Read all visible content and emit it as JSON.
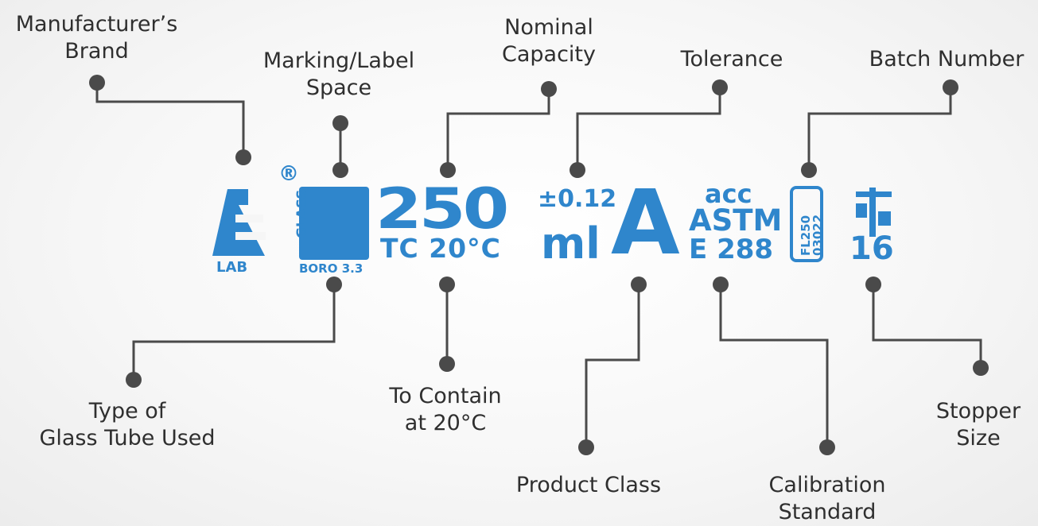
{
  "callouts": {
    "manufacturer": [
      "Manufacturer’s",
      "Brand"
    ],
    "marking": [
      "Marking/Label",
      "Space"
    ],
    "capacity": [
      "Nominal",
      "Capacity"
    ],
    "tolerance": [
      "Tolerance"
    ],
    "batch": [
      "Batch Number"
    ],
    "glass": [
      "Type of",
      "Glass Tube Used"
    ],
    "contain": [
      "To Contain",
      "at 20°C"
    ],
    "product": [
      "Product Class"
    ],
    "calibration": [
      "Calibration",
      "Standard"
    ],
    "stopper": [
      "Stopper",
      "Size"
    ]
  },
  "marking": {
    "brand_glass": "GLASS",
    "brand_lab": "LAB",
    "registered": "®",
    "boro": "BORO 3.3",
    "capacity_value": "250",
    "tolerance_value": "±0.12",
    "contain_text": "TC 20°C",
    "unit": "ml",
    "class": "A",
    "acc": "acc",
    "astm": "ASTM",
    "astm_code": "E 288",
    "batch_line1": "FL250",
    "batch_line2": "03022",
    "stopper_symbol": "ST",
    "stopper_size": "16"
  },
  "colors": {
    "marking_blue": "#2f86cc",
    "leader_gray": "#4a4a4a",
    "text_gray": "#2f2f2f"
  }
}
